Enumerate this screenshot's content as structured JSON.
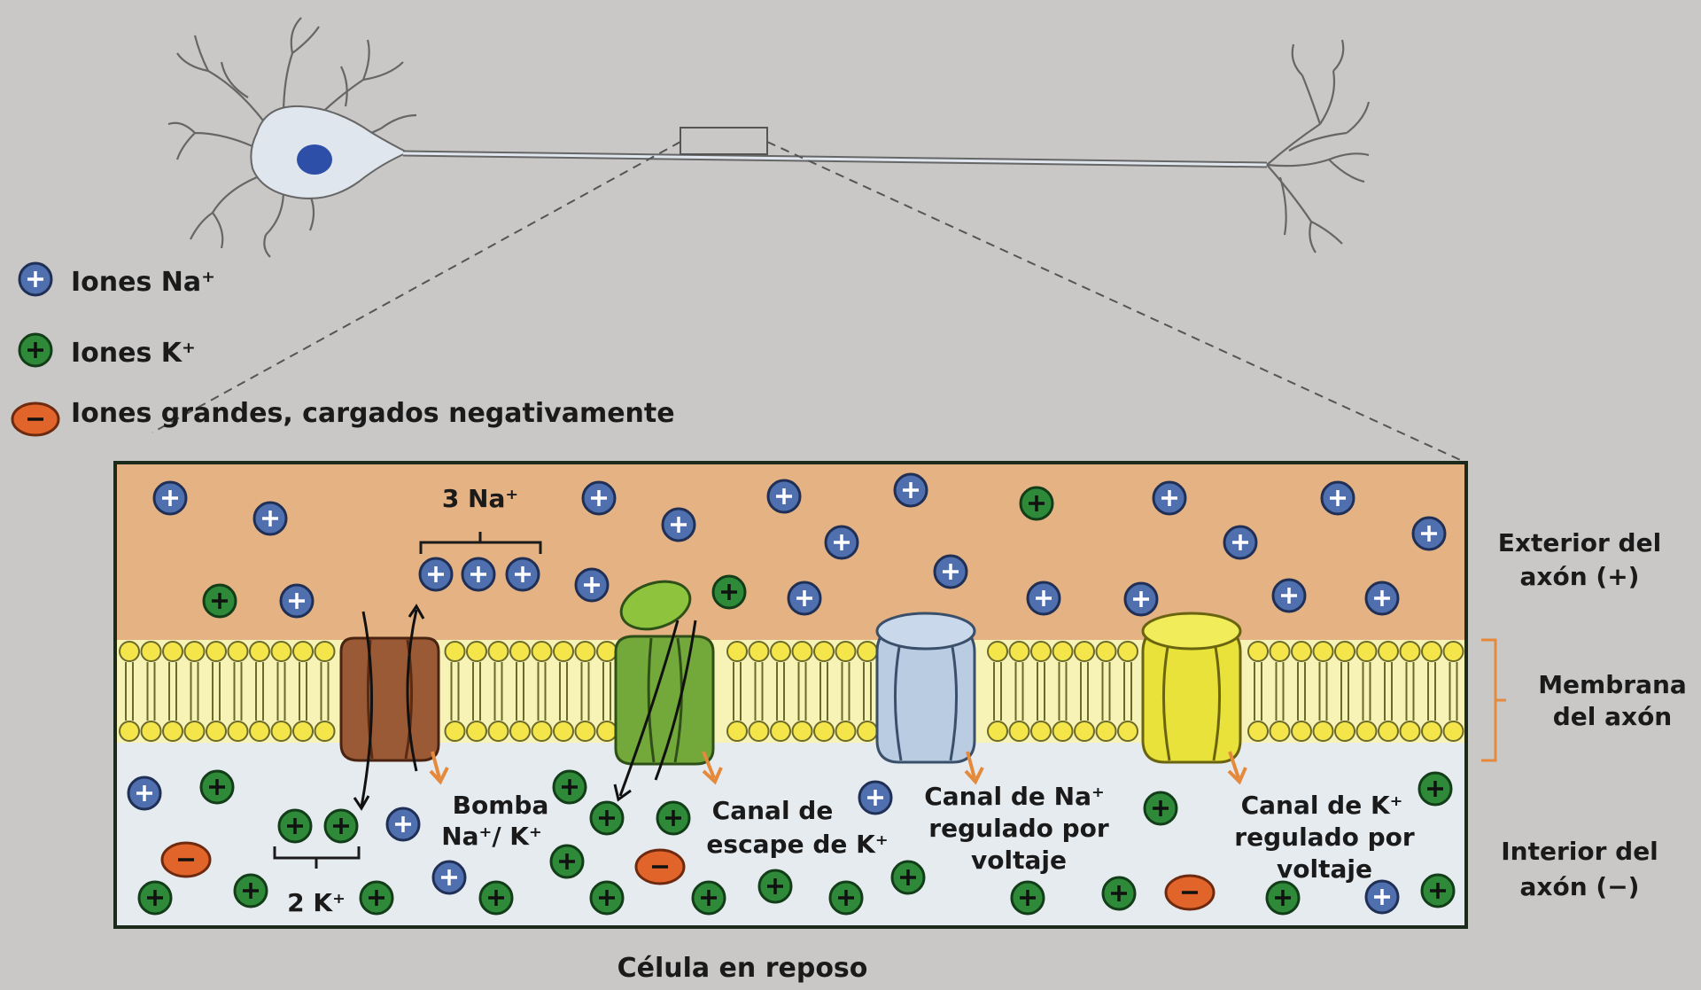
{
  "legend": {
    "na": "Iones Na⁺",
    "k": "Iones K⁺",
    "anion": "Iones grandes, cargados negativamente"
  },
  "labels": {
    "na3": "3 Na⁺",
    "k2": "2 K⁺",
    "exterior_1": "Exterior del",
    "exterior_2": "axón (+)",
    "membrane_1": "Membrana",
    "membrane_2": "del axón",
    "interior_1": "Interior del",
    "interior_2": "axón (−)",
    "pump_1": "Bomba",
    "pump_2": "Na⁺/ K⁺",
    "leak_1": "Canal de",
    "leak_2": "escape de K⁺",
    "nav_1": "Canal de Na⁺",
    "nav_2": "regulado por",
    "nav_3": "voltaje",
    "kv_1": "Canal de K⁺",
    "kv_2": "regulado por",
    "kv_3": "voltaje",
    "caption": "Célula en reposo"
  },
  "colors": {
    "background": "#c9c8c6",
    "exterior": "#e5b283",
    "interior": "#e6ebf0",
    "membrane_head": "#f3e54a",
    "na_ion": "#4f6fae",
    "k_ion": "#2e8a38",
    "anion": "#e1642b",
    "pump": "#9a5a36",
    "leak_channel": "#73a83a",
    "na_channel": "#b9cce2",
    "k_channel": "#e8e23a",
    "callout": "#e58a3c"
  }
}
